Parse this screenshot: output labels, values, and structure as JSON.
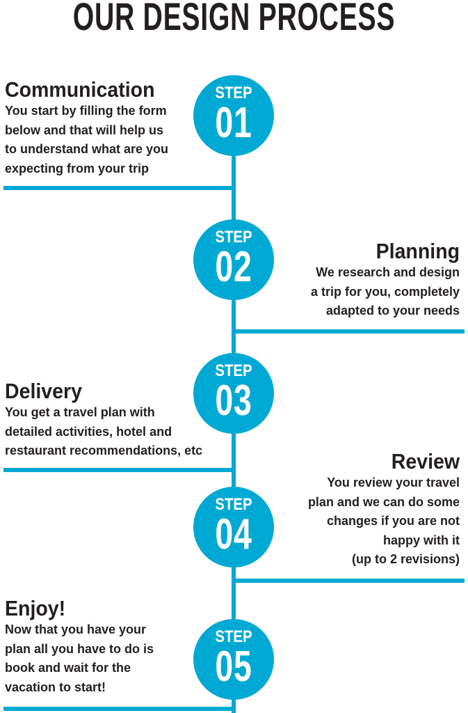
{
  "title": "OUR DESIGN PROCESS",
  "accent_color": "#00a9d4",
  "steps": [
    {
      "label": "STEP",
      "number": "01",
      "heading": "Communication",
      "lines": [
        "You start by filling the form",
        "below and that will help us",
        "to understand what are you",
        "expecting from your trip"
      ]
    },
    {
      "label": "STEP",
      "number": "02",
      "heading": "Planning",
      "lines": [
        "We research and design",
        "a trip for you, completely",
        "adapted to your needs"
      ]
    },
    {
      "label": "STEP",
      "number": "03",
      "heading": "Delivery",
      "lines": [
        "You get a travel plan with",
        "detailed activities, hotel and",
        "restaurant recommendations, etc"
      ]
    },
    {
      "label": "STEP",
      "number": "04",
      "heading": "Review",
      "lines": [
        "You review your travel",
        "plan and we can do some",
        "changes if you are not",
        "happy with it",
        "(up to 2 revisions)"
      ]
    },
    {
      "label": "STEP",
      "number": "05",
      "heading": "Enjoy!",
      "lines": [
        "Now that you have your",
        "plan all you have to do is",
        "book and wait for the",
        "vacation to start!"
      ]
    }
  ]
}
